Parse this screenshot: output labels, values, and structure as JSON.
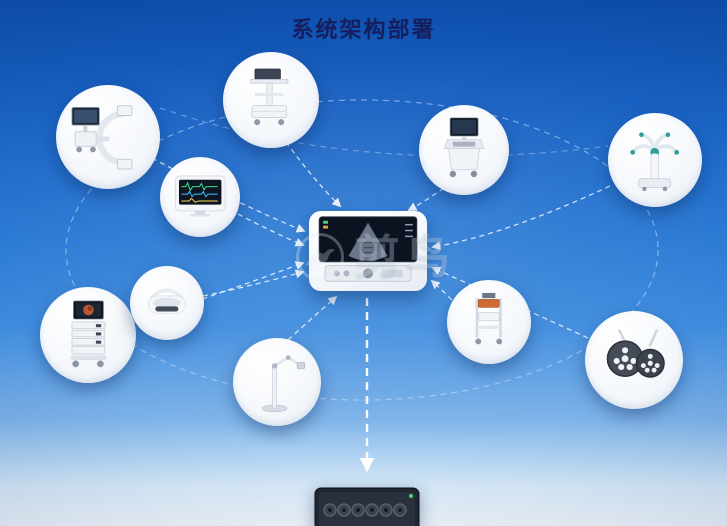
{
  "page": {
    "title": "系统架构部署"
  },
  "watermark": {
    "text": "剪鸟",
    "logo_icon": "bird-logo-icon"
  },
  "diagram": {
    "colors": {
      "background_top": "#0d4fae",
      "background_mid": "#2b7ad4",
      "background_bottom": "#f7fbff",
      "title_color": "#171e5e",
      "connector": "#e9f3ff",
      "node_fill": "#ffffff"
    },
    "center_node": {
      "id": "central-imaging-console",
      "icon": "imaging-console-icon"
    },
    "bottom_node": {
      "id": "server-rack",
      "icon": "server-rack-icon"
    },
    "nodes": [
      {
        "id": "c-arm-xray",
        "icon": "c-arm-xray-icon"
      },
      {
        "id": "workstation-cart",
        "icon": "medical-cart-icon"
      },
      {
        "id": "patient-monitor",
        "icon": "patient-monitor-icon"
      },
      {
        "id": "ultrasound-machine",
        "icon": "ultrasound-machine-icon"
      },
      {
        "id": "surgical-robot",
        "icon": "surgical-robot-icon"
      },
      {
        "id": "endoscopy-tower",
        "icon": "endoscopy-tower-icon"
      },
      {
        "id": "vr-headset",
        "icon": "vr-headset-icon"
      },
      {
        "id": "surgical-arm-stand",
        "icon": "surgical-arm-stand-icon"
      },
      {
        "id": "equipment-cart",
        "icon": "equipment-cart-icon"
      },
      {
        "id": "surgical-lights",
        "icon": "surgical-lights-icon"
      }
    ]
  }
}
